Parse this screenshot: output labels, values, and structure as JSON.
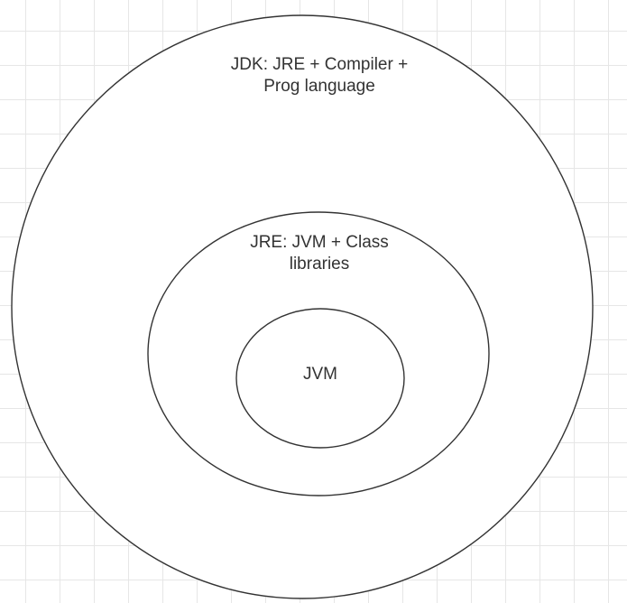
{
  "diagram": {
    "outer": {
      "line1": "JDK: JRE + Compiler +",
      "line2": "Prog language"
    },
    "middle": {
      "line1": "JRE: JVM + Class",
      "line2": "libraries"
    },
    "inner": {
      "line1": "JVM"
    },
    "colors": {
      "stroke": "#333333",
      "text": "#333333",
      "grid": "#e6e6e6",
      "background": "#ffffff"
    }
  }
}
